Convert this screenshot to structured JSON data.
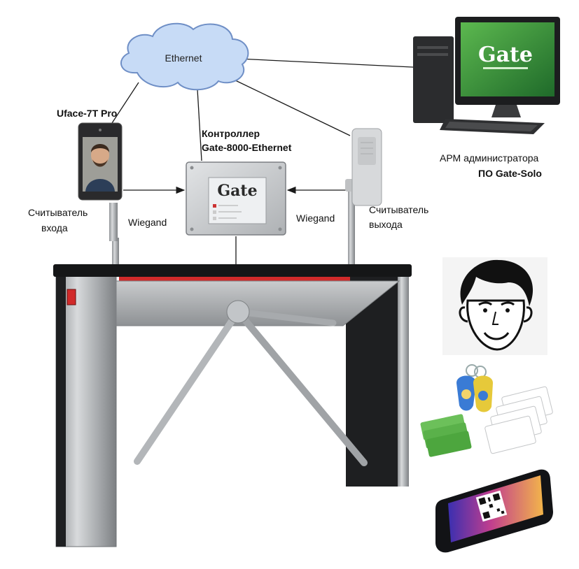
{
  "cloud": {
    "label": "Ethernet"
  },
  "terminal": {
    "title": "Uface-7T Pro"
  },
  "controller": {
    "title_line1": "Контроллер",
    "title_line2": "Gate-8000-Ethernet",
    "logo": "Gate"
  },
  "entry_reader": {
    "line1": "Считыватель",
    "line2": "входа"
  },
  "exit_reader": {
    "line1": "Считыватель",
    "line2": "выхода"
  },
  "wiegand_left": "Wiegand",
  "wiegand_right": "Wiegand",
  "admin": {
    "line1": "АРМ администратора",
    "line2": "ПО Gate-Solo",
    "screen_logo": "Gate"
  },
  "colors": {
    "wire": "#1a1a1a",
    "cloud_fill": "#c7dbf6",
    "cloud_stroke": "#6f8fc6",
    "turnstile_steel": "#b9bcbf",
    "turnstile_dark": "#1e1f21",
    "turnstile_red": "#d12a2a",
    "screen_green": "#3f9a3c"
  },
  "icons": [
    "cloud-icon",
    "face-terminal-icon",
    "controller-box-icon",
    "card-reader-icon",
    "computer-icon",
    "turnstile-icon",
    "face-icon",
    "keyfob-icon",
    "proximity-card-icon",
    "smartphone-qr-icon"
  ]
}
